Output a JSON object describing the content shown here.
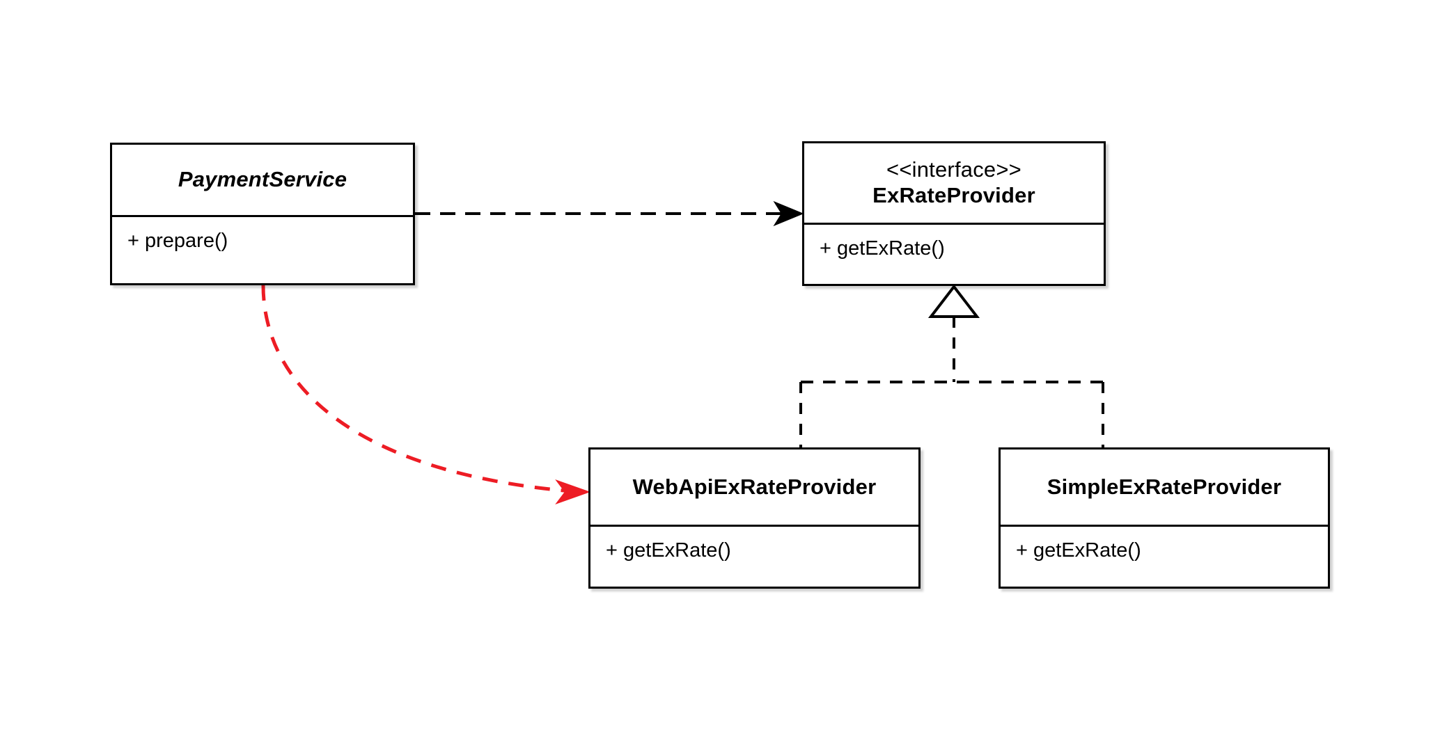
{
  "diagram": {
    "type": "uml-class-diagram",
    "background_color": "#FFFFFF",
    "line_color": "#000000",
    "highlight_color": "#ED1C24"
  },
  "classes": [
    {
      "id": "payment-service",
      "stereotype": "",
      "name": "PaymentService",
      "abstract": true,
      "members": [
        "+ prepare()"
      ]
    },
    {
      "id": "exrate-provider",
      "stereotype": "<<interface>>",
      "name": "ExRateProvider",
      "abstract": false,
      "members": [
        "+ getExRate()"
      ]
    },
    {
      "id": "webapi-exrate-provider",
      "stereotype": "",
      "name": "WebApiExRateProvider",
      "abstract": false,
      "members": [
        "+ getExRate()"
      ]
    },
    {
      "id": "simple-exrate-provider",
      "stereotype": "",
      "name": "SimpleExRateProvider",
      "abstract": false,
      "members": [
        "+ getExRate()"
      ]
    }
  ],
  "relationships": [
    {
      "id": "dependency-payment-to-interface",
      "kind": "dependency",
      "style": "dashed",
      "arrowhead": "open",
      "color": "#000000",
      "from": "payment-service",
      "to": "exrate-provider"
    },
    {
      "id": "realization-webapi-to-interface",
      "kind": "realization",
      "style": "dashed",
      "arrowhead": "hollow-triangle",
      "color": "#000000",
      "from": "webapi-exrate-provider",
      "to": "exrate-provider"
    },
    {
      "id": "realization-simple-to-interface",
      "kind": "realization",
      "style": "dashed",
      "arrowhead": "hollow-triangle",
      "color": "#000000",
      "from": "simple-exrate-provider",
      "to": "exrate-provider"
    },
    {
      "id": "highlight-payment-to-webapi",
      "kind": "dependency-highlight",
      "style": "dashed-curved",
      "arrowhead": "filled",
      "color": "#ED1C24",
      "from": "payment-service",
      "to": "webapi-exrate-provider"
    }
  ]
}
